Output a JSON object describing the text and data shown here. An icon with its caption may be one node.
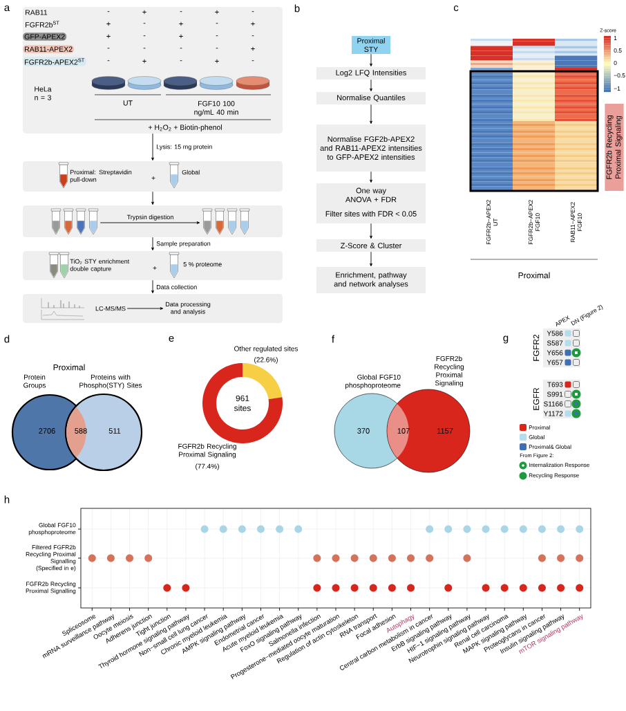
{
  "diagram": {
    "nodes": [
      {
        "text": [
          "HeLa n = 3",
          "UT",
          "FGF10 100 ng/mL 40 min",
          "+ H$_{2}$O$_{2}$ + Biotin-phenol"
        ]
      },
      {
        "text": [
          "GFP-APEX2"
        ],
        "in": 0
      },
      {
        "text": [
          "RAB11-APEX2"
        ],
        "in": 0
      },
      {
        "text": [
          "FGFR2b-APEX2$^{ST}$"
        ],
        "in": 0
      },
      {
        "text": [
          "Proximal: Streptavidin pull-down",
          "+",
          "Global"
        ]
      },
      {
        "text": [],
        "shape": "box"
      },
      {
        "text": [],
        "shape": "picture",
        "in": 5
      },
      {
        "text": [],
        "shape": "picture",
        "in": 5
      },
      {
        "text": [
          "TiO$_{2}$ STY enrichment double capture",
          "+",
          "5 % proteome"
        ]
      },
      {
        "text": [],
        "shape": "box"
      },
      {
        "text": [
          "LC-MS/MS"
        ],
        "in": 9
      },
      {
        "text": [
          "Data processing and analysis"
        ],
        "in": 9
      },
      {
        "text": [
          "Proximal STY"
        ]
      },
      {
        "text": [
          "Log2 LFQ Intensities"
        ]
      },
      {
        "text": [
          "Normalise Quantiles"
        ]
      },
      {
        "text": [
          "Normalise FGF2b-APEX2 and RAB11-APEX2 intensities to GFP-APEX2 intensities"
        ]
      },
      {
        "text": [
          "One way ANOVA + FDR",
          "Filter sites with FDR < 0.05"
        ]
      },
      {
        "text": [
          "Z-Score & Cluster"
        ]
      },
      {
        "text": [
          "Enrichment, pathway and network analyses"
        ]
      },
      {
        "text": [
          "FGFR2b Recycling Proximal Signaling"
        ]
      },
      {
        "text": [
          "Protein Groups",
          "2706"
        ]
      },
      {
        "text": [
          "Proteins with Phospho(STY) Sites",
          "511"
        ]
      },
      {
        "text": [
          "Global FGF10 phosphoproteome",
          "370"
        ]
      },
      {
        "text": [
          "FGFR2b Recycling Proximal Signaling",
          "1157"
        ]
      }
    ],
    "edges": [
      {
        "from": 0,
        "to": 4,
        "arrow": "to",
        "label": "Lysis: 15 mg protein"
      },
      {
        "from": 4,
        "to": 5,
        "arrow": "to"
      },
      {
        "from": 5,
        "to": 8,
        "arrow": "to",
        "label": "Sample preparation"
      },
      {
        "from": 8,
        "to": 9,
        "arrow": "to",
        "label": "Data collection"
      },
      {
        "from": 6,
        "to": 7,
        "arrow": "to",
        "label": "Trypsin digestion"
      },
      {
        "from": 10,
        "to": 11,
        "arrow": "to"
      },
      {
        "from": 12,
        "to": 13,
        "arrow": "to"
      },
      {
        "from": 13,
        "to": 14,
        "arrow": "to"
      },
      {
        "from": 14,
        "to": 15,
        "arrow": "to"
      },
      {
        "from": 15,
        "to": 16,
        "arrow": "to"
      },
      {
        "from": 16,
        "to": 17,
        "arrow": "to"
      },
      {
        "from": 17,
        "to": 18,
        "arrow": "to"
      }
    ],
    "labels": [
      "a",
      "RAB11",
      "-",
      "+",
      "-",
      "+",
      "-",
      "FGFR2b$^{ST}$",
      "+",
      "-",
      "+",
      "-",
      "+",
      "+",
      "-",
      "+",
      "-",
      "-",
      "-",
      "-",
      "-",
      "-",
      "+",
      "-",
      "+",
      "-",
      "+",
      "-",
      "b",
      "c",
      "Z-score",
      "1",
      "0.5",
      "0",
      "−0.5",
      "−1",
      "FGFR2b−APEX2 UT",
      "FGFR2b−APEX2 FGF10",
      "RAB11−APEX2 FGF10",
      "Proximal",
      "d",
      "Proximal",
      "588",
      "e",
      "Other regulated sites",
      "(22.6%)",
      "961 sites",
      "FGFR2b Recycling Proximal Signaling",
      "(77.4%)",
      "f",
      "107",
      "g",
      "APEX",
      "DN (Figure 2)",
      "FGFR2",
      "Y586",
      "S587",
      "Y656",
      "Y657",
      "EGFR",
      "T693",
      "S991",
      "S1166",
      "Y1172",
      "From Figure 2:",
      "h",
      "Global FGF10 phosphoproteome",
      "Filtered FGFR2b Recycling Proximal Signalling (Specified in e)",
      "FGFR2b Recycling Proximal Signalling",
      "Spliceosome",
      "mRNA surveillance pathway",
      "Oocyte meiosis",
      "Adherens junction",
      "Tight junction",
      "Thyroid hormone signaling pathway",
      "Non−small cell lung cancer",
      "Chronic myeloid leukemia",
      "AMPK signaling pathway",
      "Endometrial cancer",
      "Acute myeloid leukemia",
      "FoxO signaling pathway",
      "Salmonella infection",
      "Progesterone−mediated oocyte maturation",
      "Regulation of actin cytoskeleton",
      "RNA transport",
      "Focal adhesion",
      "Autophagy",
      "Central carbon metabolism in cancer",
      "ErbB signaling pathway",
      "HIF−1 signaling pathway",
      "Neurotrophin signaling pathway",
      "Renal cell carcinoma",
      "MAPK signaling pathway",
      "Proteoglycans in cancer",
      "Insulin signaling pathway",
      "mTOR signaling pathway"
    ],
    "legend": [
      {
        "text": "Proximal",
        "color": "#d9261c"
      },
      {
        "text": "Global",
        "color": "#b3dcec"
      },
      {
        "text": "Proximal& Global",
        "color": "#3f6fb0"
      },
      {
        "text": "Internalization Response"
      },
      {
        "text": "Recycling Response"
      }
    ]
  }
}
